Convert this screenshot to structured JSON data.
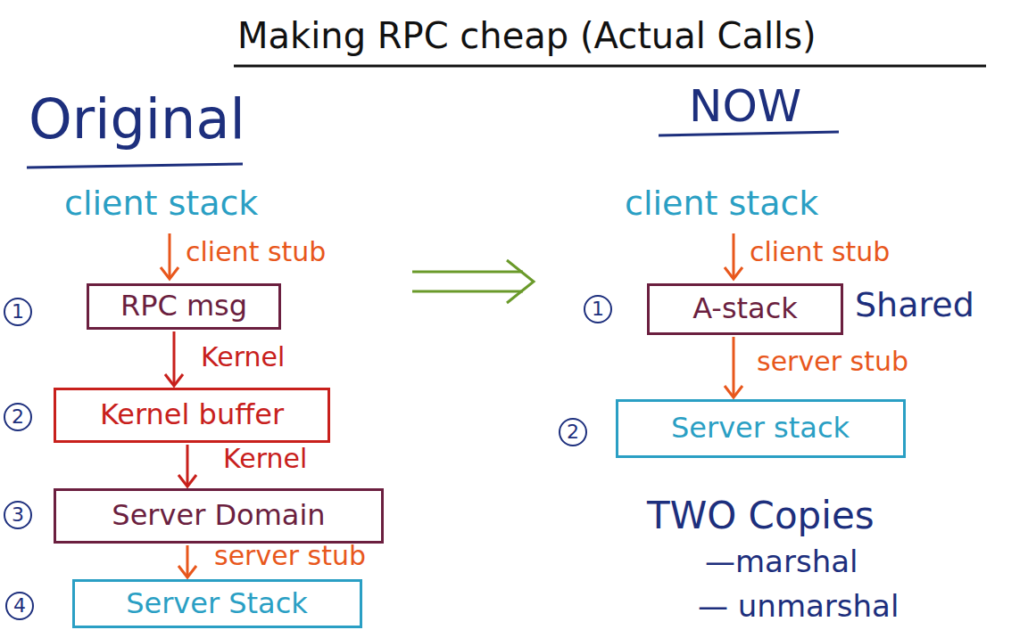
{
  "diagram": {
    "title": "Making RPC cheap (Actual Calls)",
    "nodes": [
      {
        "text": [
          "RPC msg"
        ]
      },
      {
        "text": [
          "Kernel buffer"
        ]
      },
      {
        "text": [
          "Server Domain"
        ]
      },
      {
        "text": [
          "Server Stack"
        ]
      },
      {
        "text": [
          "A-stack"
        ]
      },
      {
        "text": [
          "Server stack"
        ]
      }
    ],
    "edges": [
      {
        "from": 0,
        "to": 1,
        "label": "Kernel",
        "arrow": "to"
      },
      {
        "from": 1,
        "to": 2,
        "label": "Kernel",
        "arrow": "to"
      },
      {
        "from": 2,
        "to": 3,
        "label": "server stub",
        "arrow": "to"
      },
      {
        "from": 4,
        "to": 5,
        "label": "server stub",
        "arrow": "to"
      }
    ],
    "labels": [
      "Original",
      "client stack",
      "client stub",
      "1",
      "2",
      "3",
      "4",
      "NOW",
      "client stack",
      "client stub",
      "1",
      "Shared",
      "2",
      "TWO Copies",
      "—marshal",
      "— unmarshal"
    ]
  }
}
